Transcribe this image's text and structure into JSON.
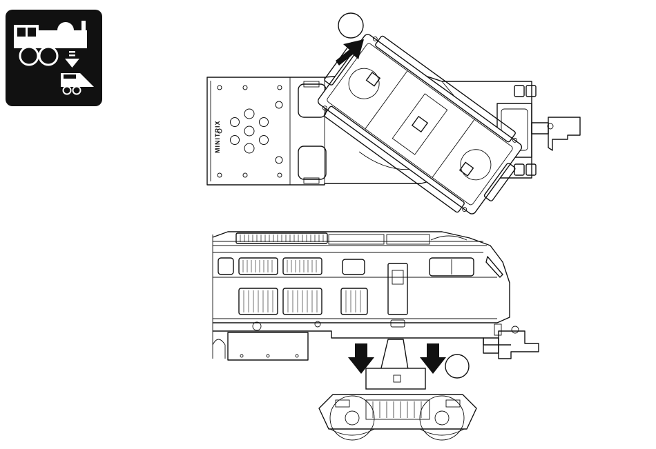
{
  "badge": {
    "icon": "locomotive-maintenance-icon",
    "fg": "#ffffff",
    "bg": "#111111"
  },
  "figure_top": {
    "brand_text": "MINITRIX",
    "step_marker": "",
    "arrow_direction": "up-right"
  },
  "figure_bottom": {
    "step_marker": "",
    "arrow_direction": "down"
  },
  "colors": {
    "line": "#111111",
    "paper": "#ffffff"
  }
}
